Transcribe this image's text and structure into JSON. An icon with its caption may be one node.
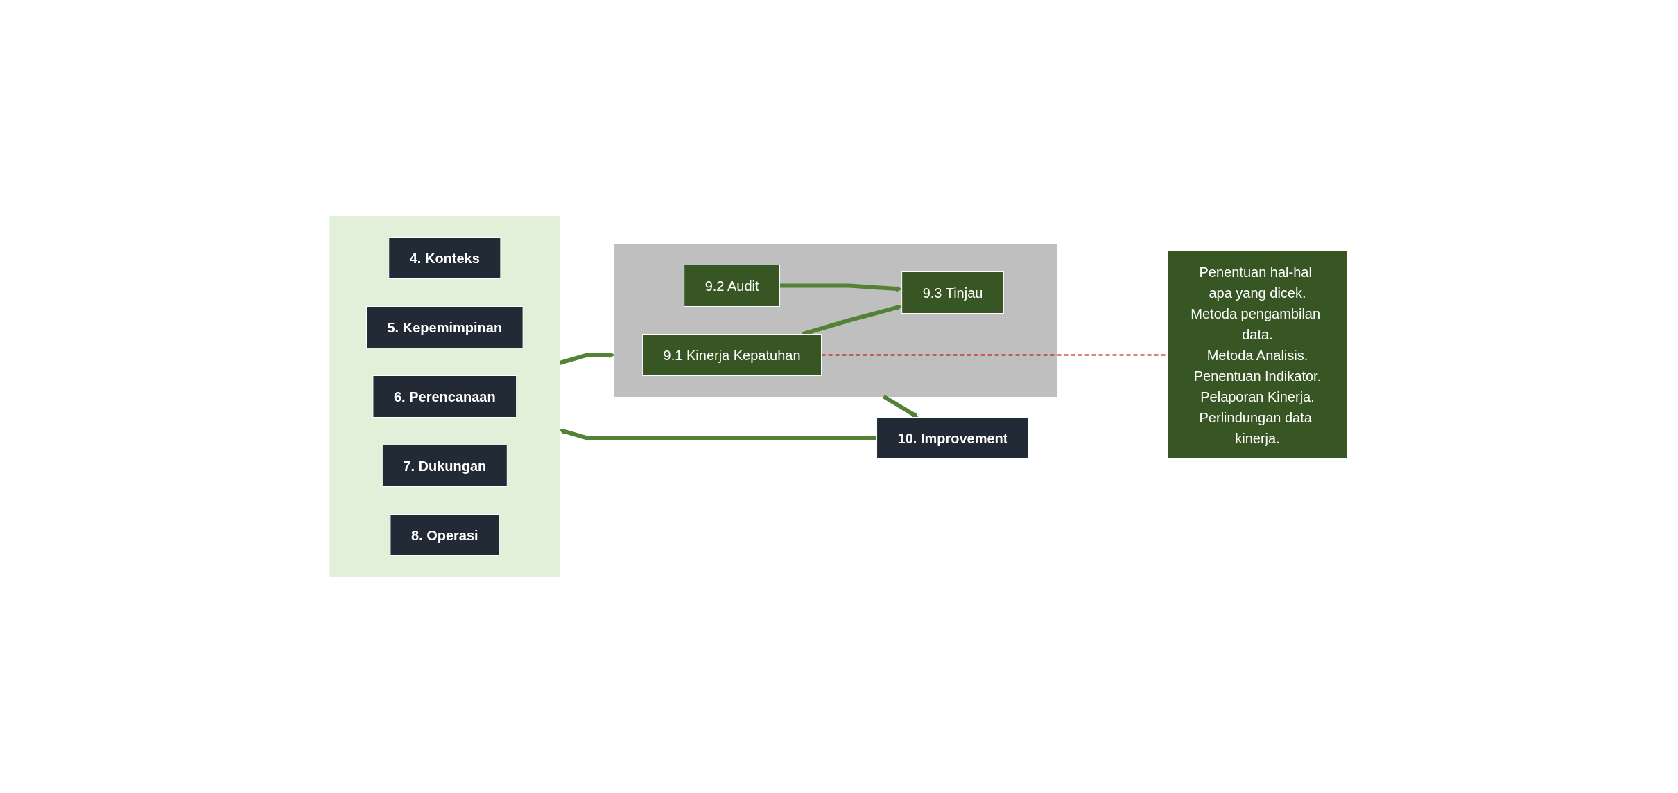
{
  "diagram": {
    "nodes": [
      {
        "text": [],
        "shape": "box"
      },
      {
        "text": [
          "4. Konteks"
        ],
        "in": 0
      },
      {
        "text": [
          "5. Kepemimpinan"
        ],
        "in": 0
      },
      {
        "text": [
          "6. Perencanaan"
        ],
        "in": 0
      },
      {
        "text": [
          "7. Dukungan"
        ],
        "in": 0
      },
      {
        "text": [
          "8. Operasi"
        ],
        "in": 0
      },
      {
        "text": [],
        "shape": "box"
      },
      {
        "text": [
          "9.1 Kinerja Kepatuhan"
        ],
        "in": 6
      },
      {
        "text": [
          "9.2 Audit"
        ],
        "in": 6
      },
      {
        "text": [
          "9.3 Tinjau"
        ],
        "in": 6
      },
      {
        "text": [
          "Penentuan hal-hal apa yang dicek.",
          "Metoda pengambilan data.",
          "Metoda Analisis.",
          "Penentuan Indikator.",
          "Pelaporan Kinerja.",
          "Perlindungan data kinerja."
        ]
      },
      {
        "text": [
          "10. Improvement"
        ]
      }
    ],
    "edges": [
      {
        "from": 0,
        "to": 6,
        "arrow": "to"
      },
      {
        "from": 7,
        "to": 9,
        "arrow": "to"
      },
      {
        "from": 8,
        "to": 9,
        "arrow": "to"
      },
      {
        "from": 6,
        "to": 11,
        "arrow": "to"
      },
      {
        "from": 11,
        "to": 0,
        "arrow": "to"
      },
      {
        "from": 7,
        "to": 10,
        "arrow": "none",
        "style": "dashed",
        "color": "#c00000"
      }
    ]
  }
}
